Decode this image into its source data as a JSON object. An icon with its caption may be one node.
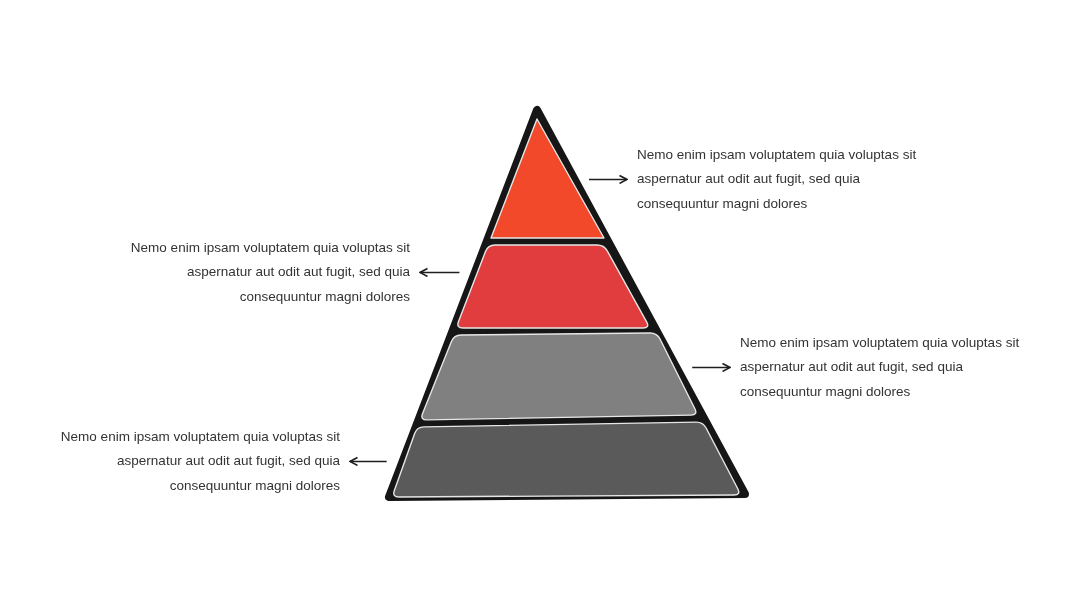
{
  "diagram": {
    "nodes": [
      {
        "text": [],
        "shape": "triangle"
      },
      {
        "text": [],
        "shape": "trapezoid"
      },
      {
        "text": [],
        "shape": "trapezoid"
      },
      {
        "text": [],
        "shape": "trapezoid"
      },
      {
        "text": [
          "Nemo enim ipsam voluptatem quia voluptas sit aspernatur aut odit aut fugit, sed quia consequuntur magni dolores"
        ]
      },
      {
        "text": [
          "Nemo enim ipsam voluptatem quia voluptas sit aspernatur aut odit aut fugit, sed quia consequuntur magni dolores"
        ]
      },
      {
        "text": [
          "Nemo enim ipsam voluptatem quia voluptas sit aspernatur aut odit aut fugit, sed quia consequuntur magni dolores"
        ]
      },
      {
        "text": [
          "Nemo enim ipsam voluptatem quia voluptas sit aspernatur aut odit aut fugit, sed quia consequuntur magni dolores"
        ]
      }
    ],
    "edges": [
      {
        "from": 0,
        "to": 4,
        "arrow": "to"
      },
      {
        "from": 1,
        "to": 5,
        "arrow": "to"
      },
      {
        "from": 2,
        "to": 6,
        "arrow": "to"
      },
      {
        "from": 3,
        "to": 7,
        "arrow": "to"
      }
    ]
  }
}
